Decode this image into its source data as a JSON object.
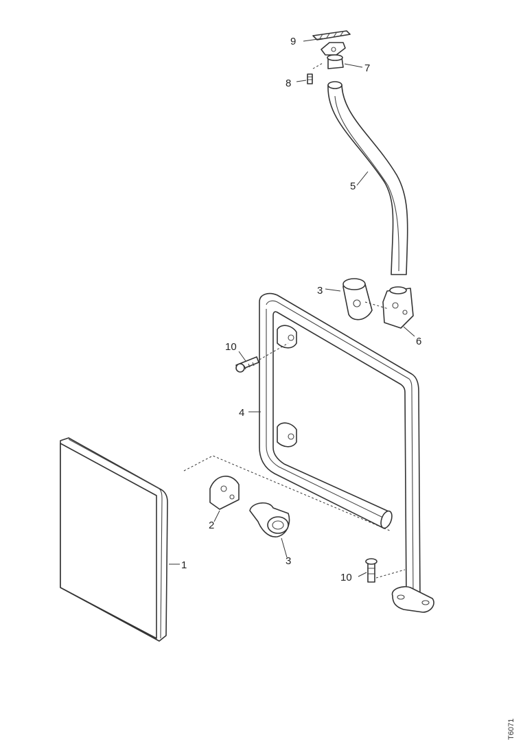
{
  "diagram": {
    "callouts": {
      "c1": "1",
      "c2": "2",
      "c3a": "3",
      "c3b": "3",
      "c4": "4",
      "c5": "5",
      "c6": "6",
      "c7": "7",
      "c8": "8",
      "c9": "9",
      "c10a": "10",
      "c10b": "10"
    },
    "reference": "T6071"
  }
}
